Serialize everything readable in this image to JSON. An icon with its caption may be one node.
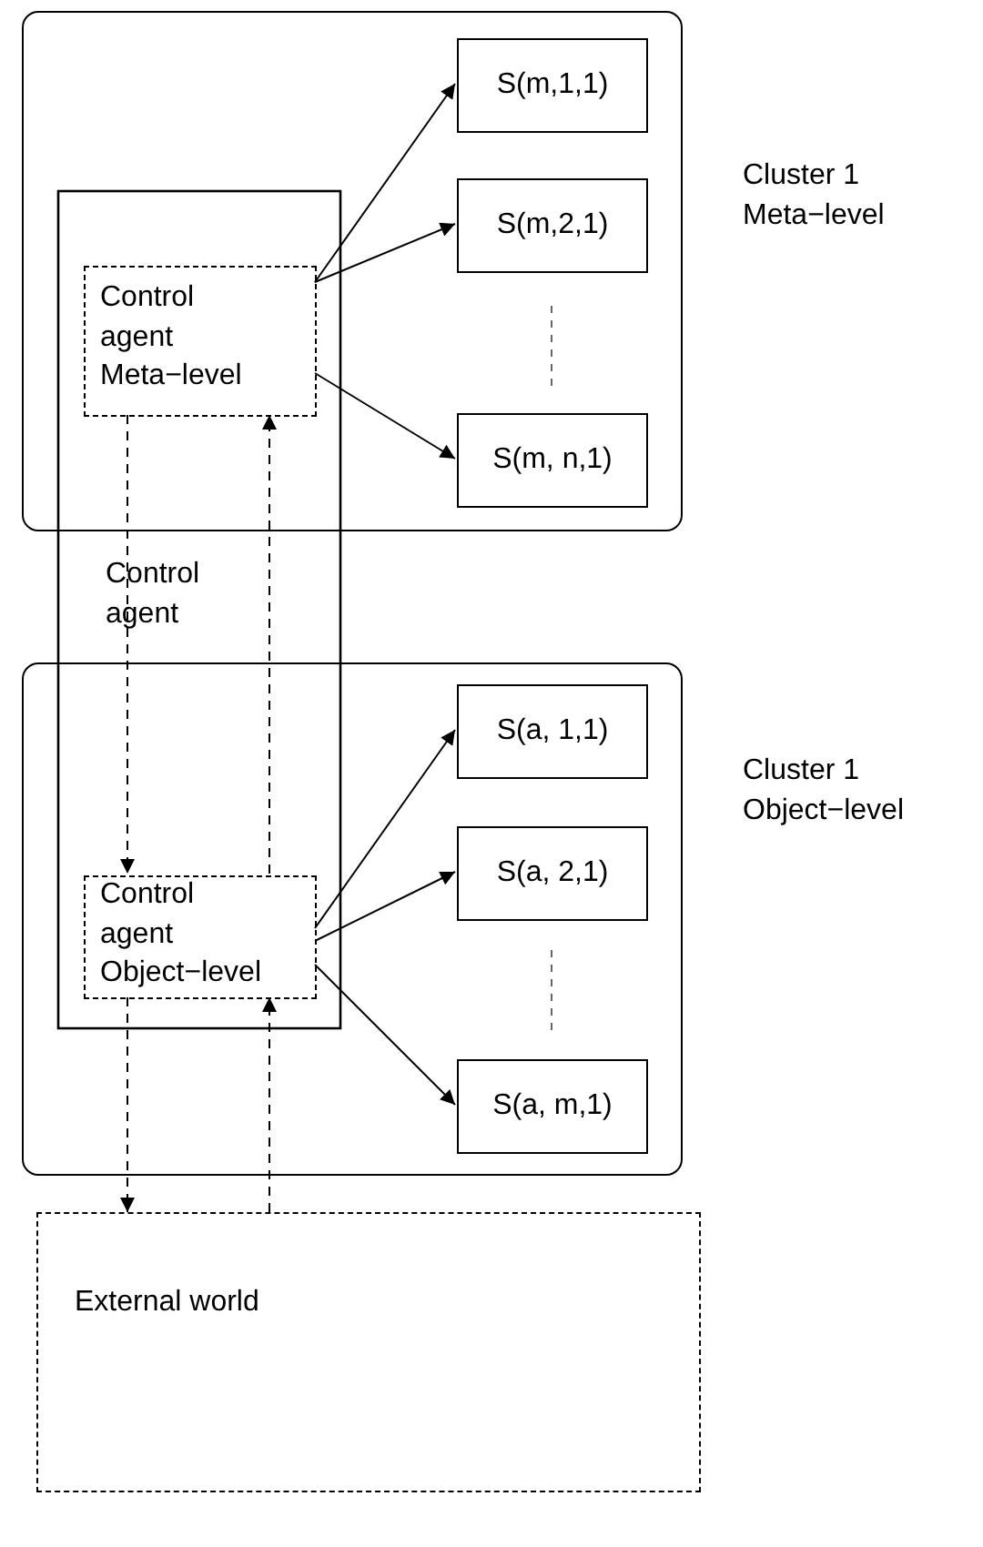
{
  "diagram": {
    "nodes": [
      {
        "text": [],
        "shape": "box",
        "beside": [
          "Cluster 1 Meta−level"
        ]
      },
      {
        "text": [
          "Control agent Meta−level"
        ],
        "in": 0
      },
      {
        "text": [
          "S(m,1,1)"
        ],
        "in": 0
      },
      {
        "text": [
          "S(m,2,1)"
        ],
        "in": 0
      },
      {
        "text": [
          "S(m, n,1)"
        ],
        "in": 0
      },
      {
        "text": [],
        "shape": "box",
        "beside": [
          "Cluster 1 Object−level"
        ]
      },
      {
        "text": [
          "Control agent Object−level"
        ],
        "in": 5
      },
      {
        "text": [
          "S(a, 1,1)"
        ],
        "in": 5
      },
      {
        "text": [
          "S(a, 2,1)"
        ],
        "in": 5
      },
      {
        "text": [
          "S(a, m,1)"
        ],
        "in": 5
      },
      {
        "text": [
          "External world"
        ]
      }
    ],
    "edges": [
      {
        "from": 1,
        "to": 2,
        "arrow": "to"
      },
      {
        "from": 1,
        "to": 3,
        "arrow": "to"
      },
      {
        "from": 1,
        "to": 4,
        "arrow": "to"
      },
      {
        "from": 6,
        "to": 7,
        "arrow": "to"
      },
      {
        "from": 6,
        "to": 8,
        "arrow": "to"
      },
      {
        "from": 6,
        "to": 9,
        "arrow": "to"
      },
      {
        "from": 1,
        "to": 6,
        "arrow": "to",
        "style": "dashed"
      },
      {
        "from": 6,
        "to": 1,
        "arrow": "to",
        "style": "dashed"
      },
      {
        "from": 6,
        "to": 10,
        "arrow": "to",
        "style": "dashed"
      },
      {
        "from": 10,
        "to": 6,
        "arrow": "to",
        "style": "dashed"
      }
    ],
    "labels": [
      "Control agent"
    ]
  }
}
